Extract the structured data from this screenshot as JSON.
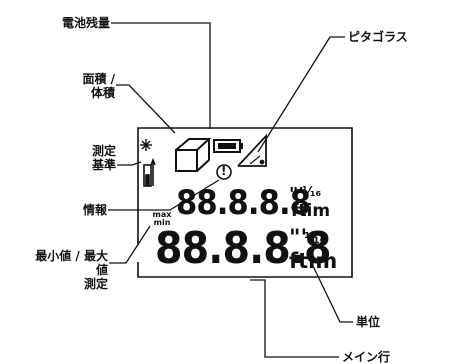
{
  "labels": {
    "battery_level": "電池残量",
    "area_volume_line1": "面積 /",
    "area_volume_line2": "体積",
    "reference_line1": "測定",
    "reference_line2": "基準",
    "info": "情報",
    "minmax_line1": "最小値 / 最大",
    "minmax_line2": "値",
    "minmax_line3": "測定",
    "pythagoras": "ピタゴラス",
    "unit": "単位",
    "main_line": "メイン行"
  },
  "display": {
    "upper_digits": "88.8.8.8",
    "lower_digits": "88.8.8.8",
    "upper_quote": "\"'",
    "lower_quote": "\"'",
    "upper_fraction": "¹⁄₁₆",
    "lower_fraction": "¹⁄₁₆",
    "upper_unit": "ftim",
    "lower_unit": "ftim",
    "max_label": "max",
    "min_label": "min",
    "info_symbol": "!"
  },
  "colors": {
    "ink": "#111111",
    "background": "#ffffff"
  }
}
